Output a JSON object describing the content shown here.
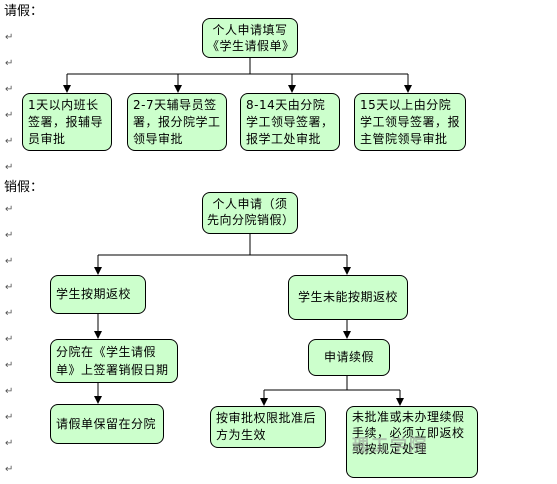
{
  "sections": {
    "leave_title": "请假：",
    "cancel_title": "销假："
  },
  "leave": {
    "root": "个人申请填写《学生请假单》",
    "options": [
      "1天以内班长签署，报辅导员审批",
      "2-7天辅导员签署，报分院学工领导审批",
      "8-14天由分院学工领导签署，报学工处审批",
      "15天以上由分院学工领导签署，报主管院领导审批"
    ]
  },
  "cancel": {
    "root": "个人申请（须先向分院销假）",
    "on_time": "学生按期返校",
    "on_time_step1": "分院在《学生请假单》上签署销假日期",
    "on_time_step2": "请假单保留在分院",
    "late": "学生未能按期返校",
    "late_step1": "申请续假",
    "late_approved": "按审批权限批准后方为生效",
    "late_unapproved": "未批准或未办理续假手续，必须立即返校或按规定处理"
  },
  "watermark": "理工学院",
  "colors": {
    "box_fill": "#ccffcc",
    "line": "#000000"
  }
}
